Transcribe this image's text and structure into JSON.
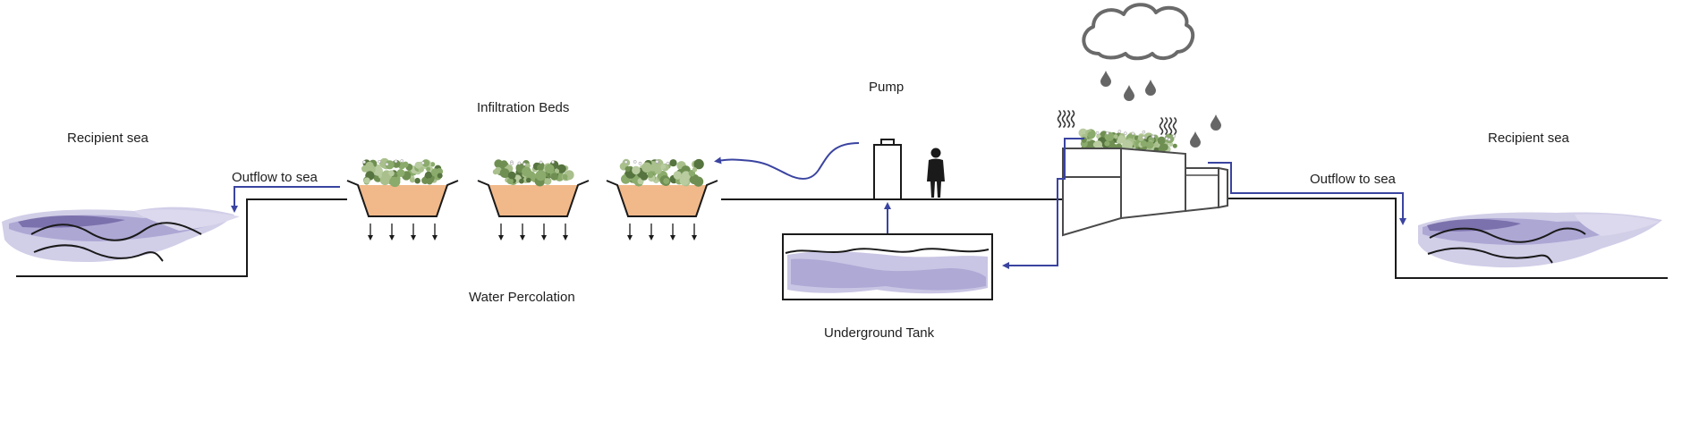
{
  "labels": {
    "recipient_sea_left": "Recipient sea",
    "outflow_left": "Outflow to sea",
    "infiltration_beds": "Infiltration Beds",
    "water_percolation": "Water Percolation",
    "pump": "Pump",
    "underground_tank": "Underground Tank",
    "outflow_right": "Outflow to sea",
    "recipient_sea_right": "Recipient sea"
  },
  "colors": {
    "line": "#1a1a1a",
    "flow_arrow": "#3a44a0",
    "water": "#a9a3d2",
    "water_dark": "#6b5f9f",
    "soil": "#f1b98a",
    "plant": "#7f9f62",
    "cloud": "#6a6a6a",
    "rain": "#666666"
  },
  "icons": [
    "cloud-icon",
    "raindrop-icon",
    "heat-wave-icon",
    "person-icon",
    "pump-icon",
    "plant-icon"
  ]
}
